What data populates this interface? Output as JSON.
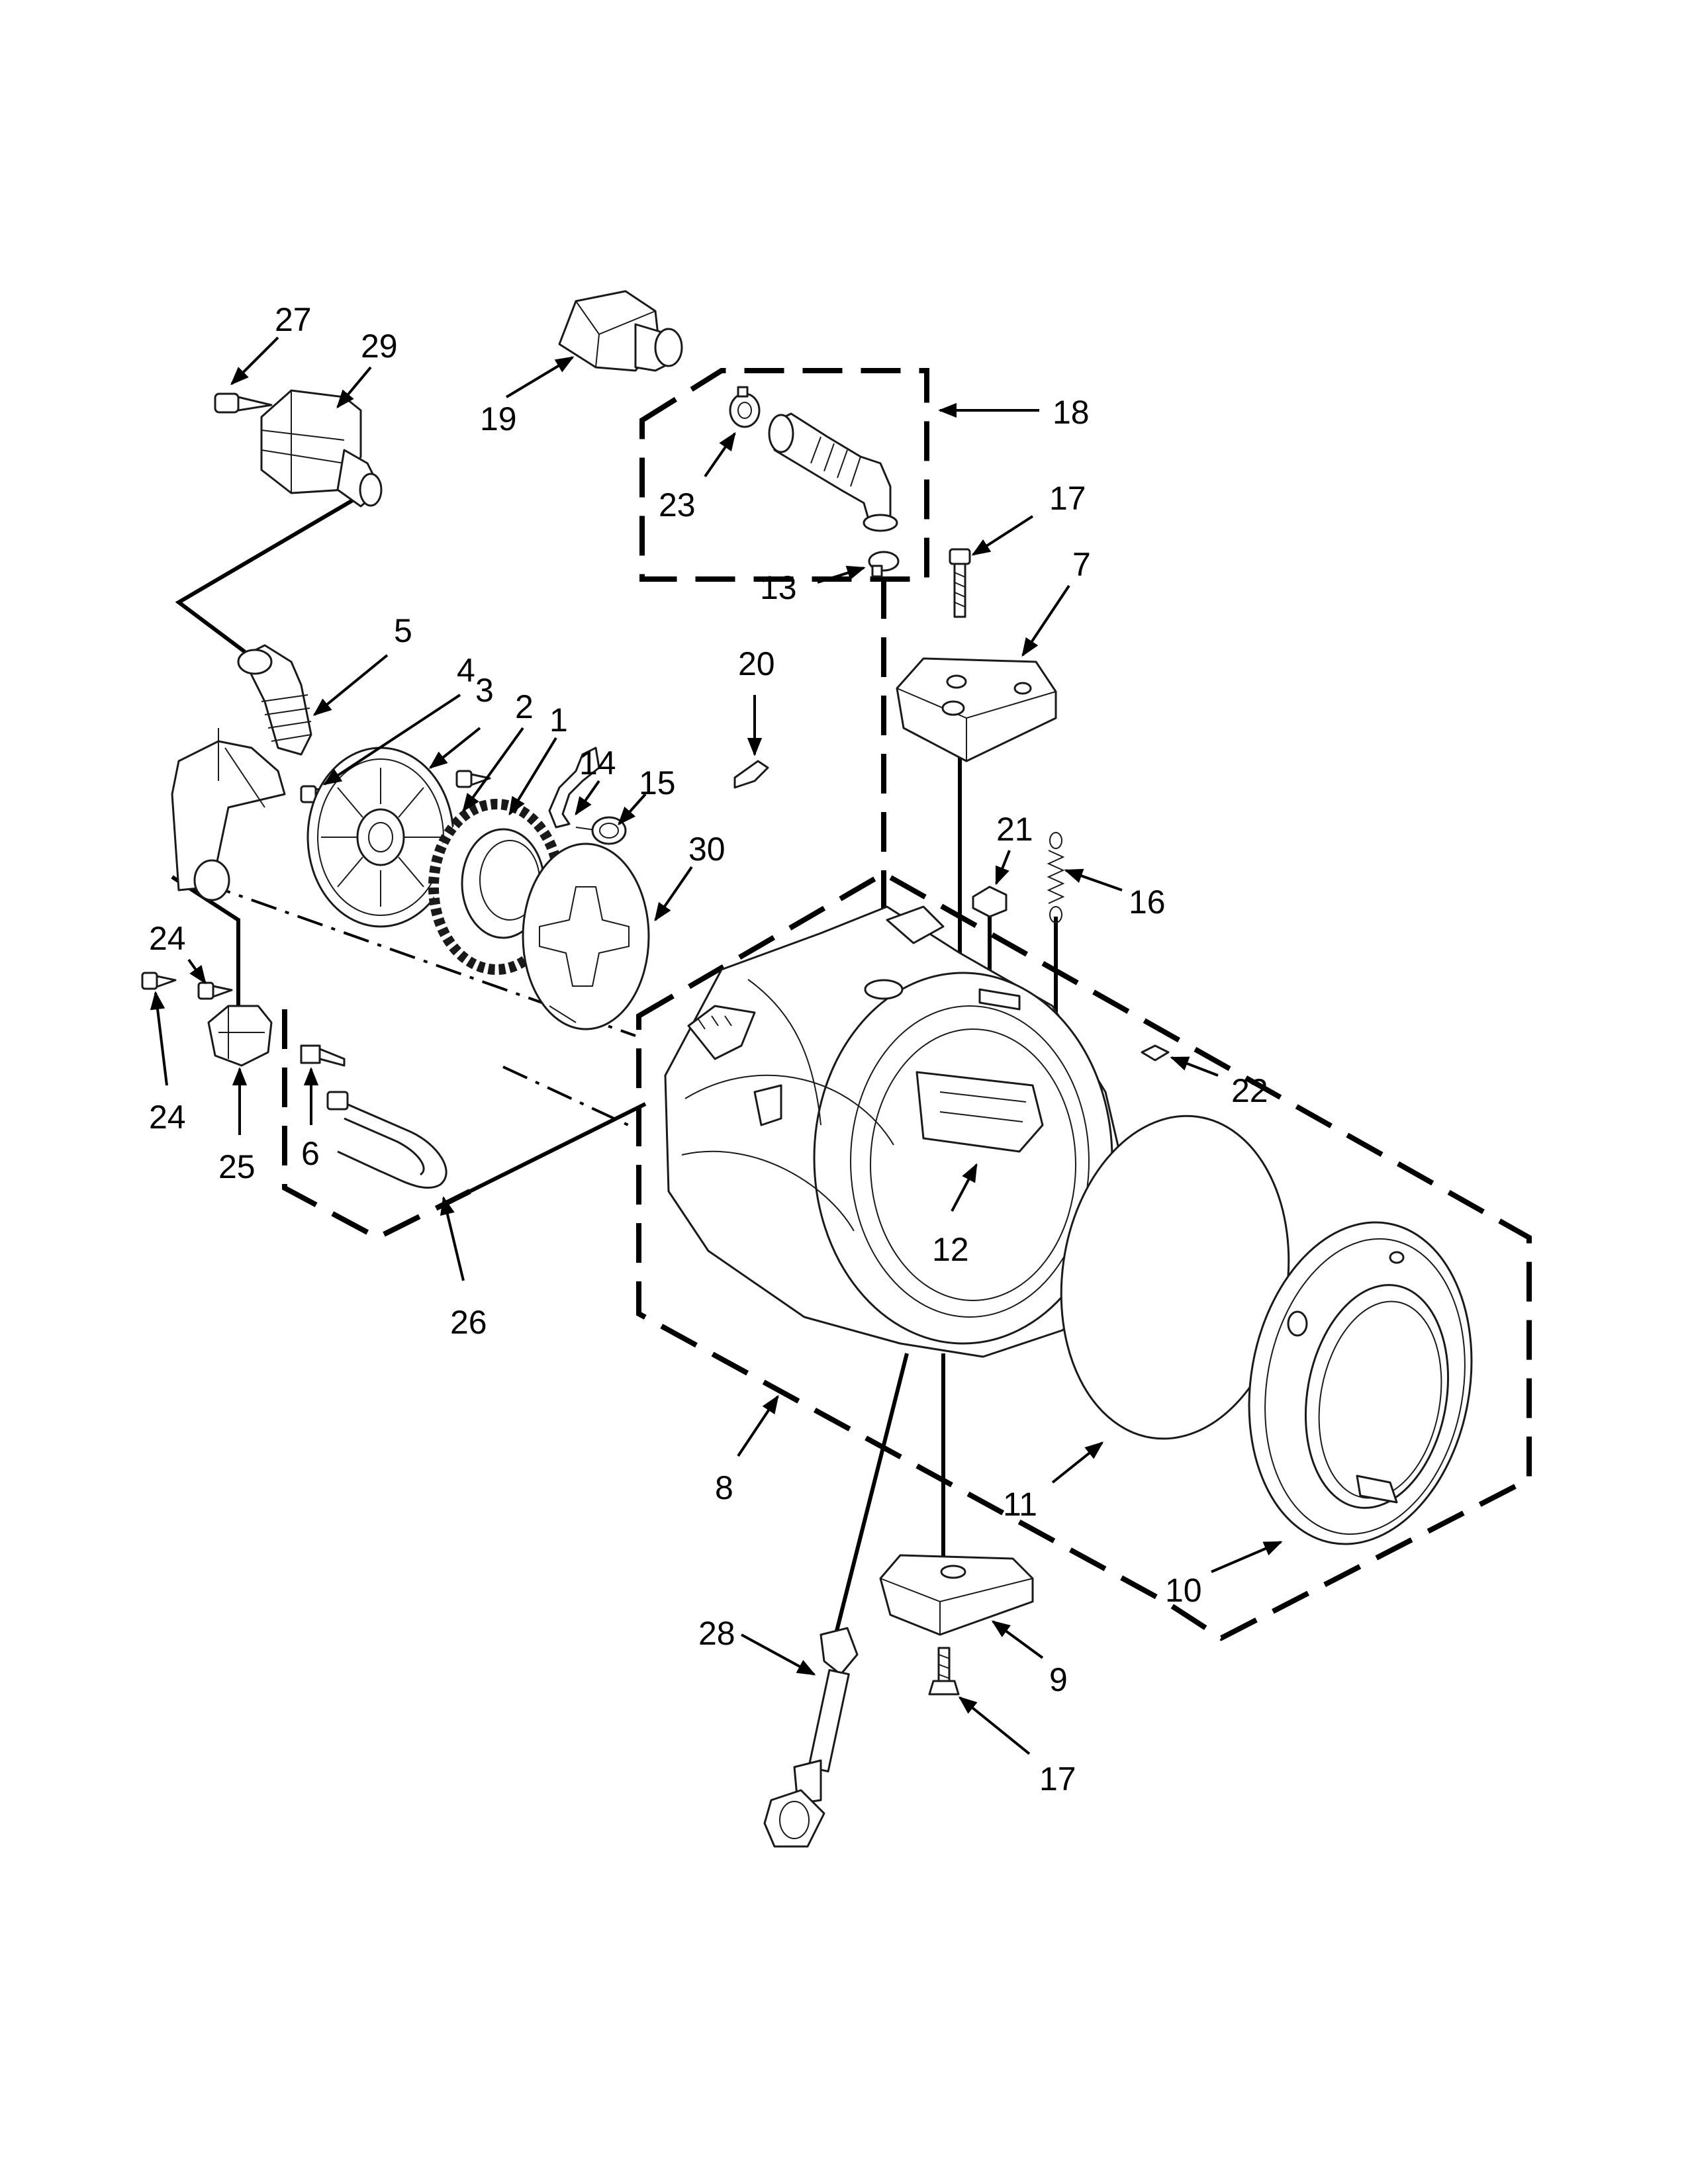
{
  "colors": {
    "line": "#000000",
    "background": "#ffffff"
  },
  "callouts": {
    "c1": "1",
    "c2": "2",
    "c3": "3",
    "c4": "4",
    "c5": "5",
    "c6": "6",
    "c7": "7",
    "c8": "8",
    "c9": "9",
    "c10": "10",
    "c11": "11",
    "c12": "12",
    "c13": "13",
    "c14": "14",
    "c15": "15",
    "c16": "16",
    "c17a": "17",
    "c17b": "17",
    "c18": "18",
    "c19": "19",
    "c20": "20",
    "c21": "21",
    "c22": "22",
    "c23": "23",
    "c24a": "24",
    "c24b": "24",
    "c25": "25",
    "c26": "26",
    "c27": "27",
    "c28": "28",
    "c29": "29",
    "c30": "30"
  }
}
